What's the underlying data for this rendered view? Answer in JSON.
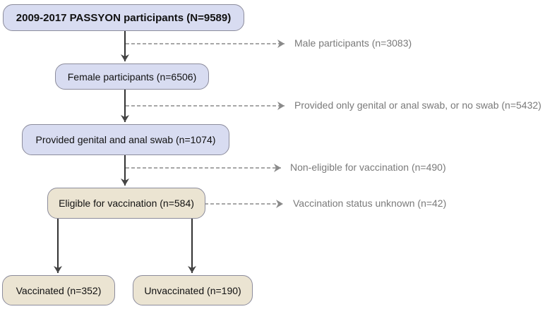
{
  "boxes": {
    "all_participants": "2009-2017 PASSYON participants (N=9589)",
    "female": "Female participants (n=6506)",
    "swab": "Provided genital and anal swab (n=1074)",
    "eligible": "Eligible for vaccination (n=584)",
    "vaccinated": "Vaccinated (n=352)",
    "unvaccinated": "Unvaccinated (n=190)"
  },
  "exclusions": {
    "male": "Male participants (n=3083)",
    "no_swab": "Provided only genital or anal swab, or no swab (n=5432)",
    "non_eligible": "Non-eligible for vaccination (n=490)",
    "status_unknown": "Vaccination status unknown (n=42)"
  },
  "colors": {
    "blue_box": "#d8dcf1",
    "beige_box": "#ebe4d2",
    "border": "#8c8c9c",
    "arrow_main": "#333333",
    "arrow_dashed": "#888888"
  }
}
